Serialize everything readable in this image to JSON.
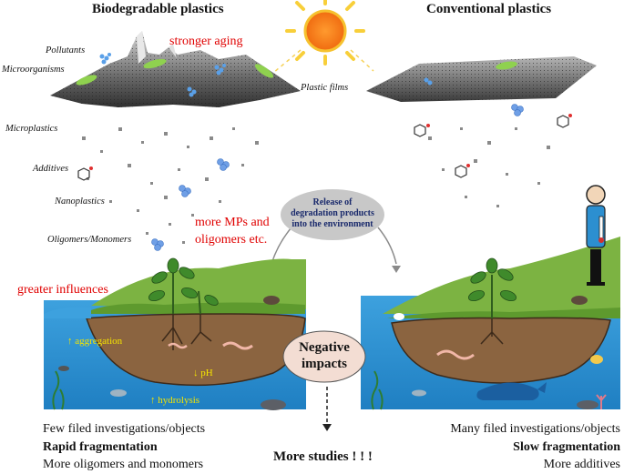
{
  "titles": {
    "left": "Biodegradable plastics",
    "right": "Conventional plastics"
  },
  "labels": {
    "pollutants": "Pollutants",
    "microorganisms": "Microorganisms",
    "plastic_films": "Plastic films",
    "microplastics": "Microplastics",
    "additives": "Additives",
    "nanoplastics": "Nanoplastics",
    "oligomers_monomers": "Oligomers/Monomers"
  },
  "red_notes": {
    "stronger_aging": "stronger aging",
    "more_mps_line1": "more MPs and",
    "more_mps_line2": "oligomers etc.",
    "greater_influences": "greater influences"
  },
  "release_bubble": {
    "line1": "Release of",
    "line2": "degradation products",
    "line3": "into the environment"
  },
  "impacts_bubble": {
    "line1": "Negative",
    "line2": "impacts"
  },
  "yellow_notes": {
    "aggregation": "↑ aggregation",
    "ph": "↓ pH",
    "hydrolysis": "↑ hydrolysis"
  },
  "bottom_left": {
    "line1": "Few filed investigations/objects",
    "line2": "Rapid fragmentation",
    "line3": "More oligomers and monomers"
  },
  "bottom_right": {
    "line1": "Many filed investigations/objects",
    "line2": "Slow fragmentation",
    "line3": "More additives"
  },
  "more_studies": "More studies ! ! !",
  "colors": {
    "red": "#e00000",
    "water": "#2a8fd0",
    "grass": "#7cb342",
    "soil": "#8b6440",
    "sun": "#f47a1f",
    "bubble_release": "#c8c8c8",
    "bubble_impacts": "#f3ddd3"
  }
}
